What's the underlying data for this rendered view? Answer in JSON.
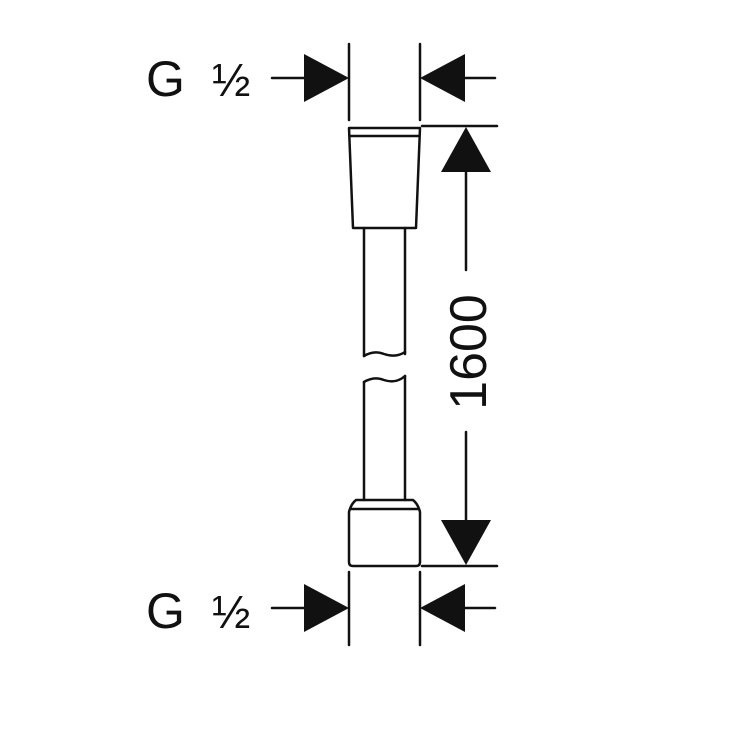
{
  "labels": {
    "top_connection_thread": "G",
    "top_connection_size": "½",
    "bottom_connection_thread": "G",
    "bottom_connection_size": "½",
    "hose_length": "1600"
  },
  "colors": {
    "line": "#111111",
    "background": "#ffffff"
  }
}
